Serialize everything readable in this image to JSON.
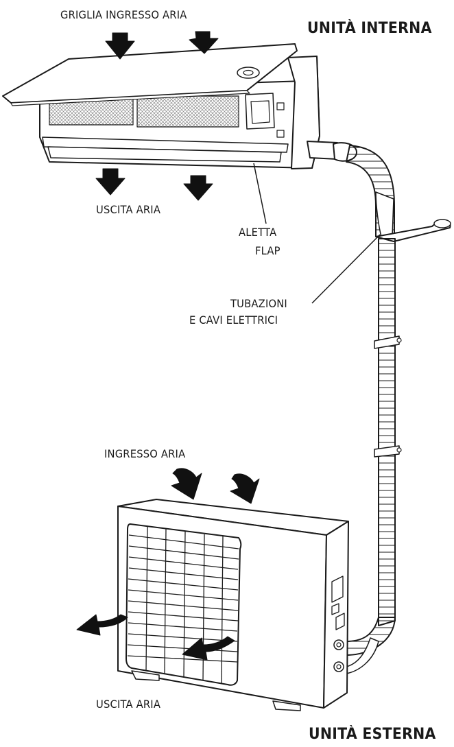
{
  "labels": {
    "griglia_ingresso_aria": "GRIGLIA INGRESSO ARIA",
    "unita_interna": "UNITÀ INTERNA",
    "uscita_aria_top": "USCITA ARIA",
    "aletta": "ALETTA",
    "flap": "FLAP",
    "tubazioni": "TUBAZIONI",
    "cavi_elettrici": "E CAVI ELETTRICI",
    "ingresso_aria": "INGRESSO ARIA",
    "uscita_aria_bottom": "USCITA ARIA",
    "unita_esterna": "UNITÀ ESTERNA"
  },
  "colors": {
    "ink": "#1a1a1a",
    "arrow": "#111111",
    "mesh": "#9a9a9a",
    "background": "#ffffff"
  },
  "icons": [
    "air-inlet-arrow",
    "air-outlet-arrow",
    "leader-line"
  ]
}
